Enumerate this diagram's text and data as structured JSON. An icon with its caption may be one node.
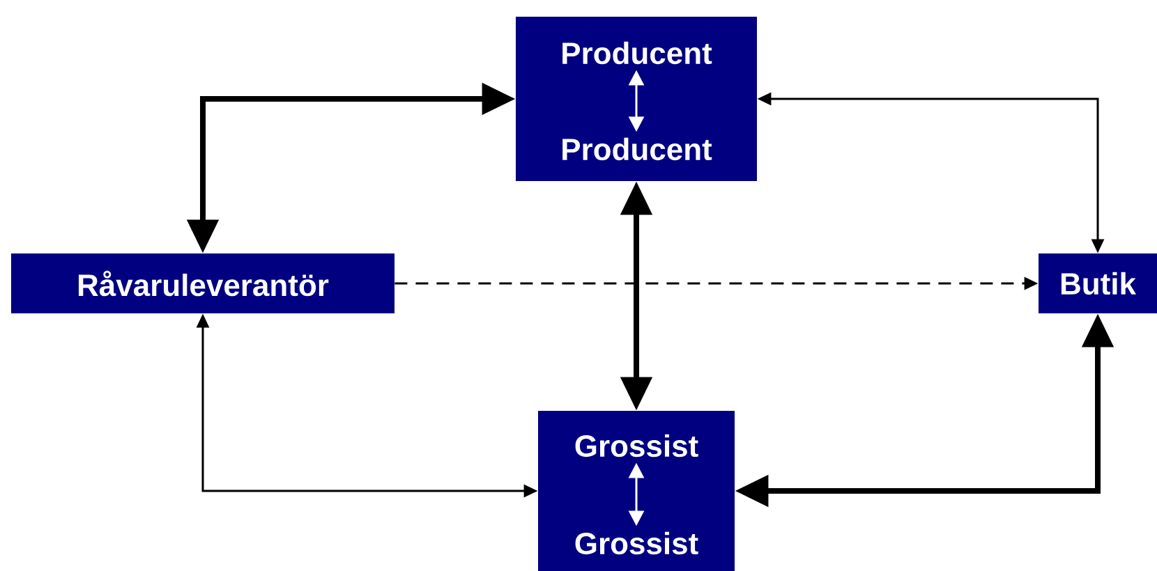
{
  "diagram": {
    "nodes": [
      {
        "text": [],
        "shape": "box"
      },
      {
        "text": [
          "Producent"
        ],
        "in": 0
      },
      {
        "text": [
          "Producent"
        ],
        "in": 0
      },
      {
        "text": [
          "Råvaruleverantör"
        ]
      },
      {
        "text": [
          "Butik"
        ]
      },
      {
        "text": [],
        "shape": "box"
      },
      {
        "text": [
          "Grossist"
        ],
        "in": 5
      },
      {
        "text": [
          "Grossist"
        ],
        "in": 5
      }
    ],
    "edges": [
      {
        "from": 3,
        "to": 0,
        "arrow": "both",
        "style": "thick"
      },
      {
        "from": 0,
        "to": 4,
        "arrow": "both"
      },
      {
        "from": 0,
        "to": 5,
        "arrow": "both",
        "style": "thick"
      },
      {
        "from": 3,
        "to": 4,
        "arrow": "to",
        "style": "dashed"
      },
      {
        "from": 3,
        "to": 5,
        "arrow": "both"
      },
      {
        "from": 5,
        "to": 4,
        "arrow": "both",
        "style": "thick"
      },
      {
        "from": 1,
        "to": 2,
        "arrow": "both",
        "color": "#ffffff"
      },
      {
        "from": 6,
        "to": 7,
        "arrow": "both",
        "color": "#ffffff"
      }
    ]
  }
}
